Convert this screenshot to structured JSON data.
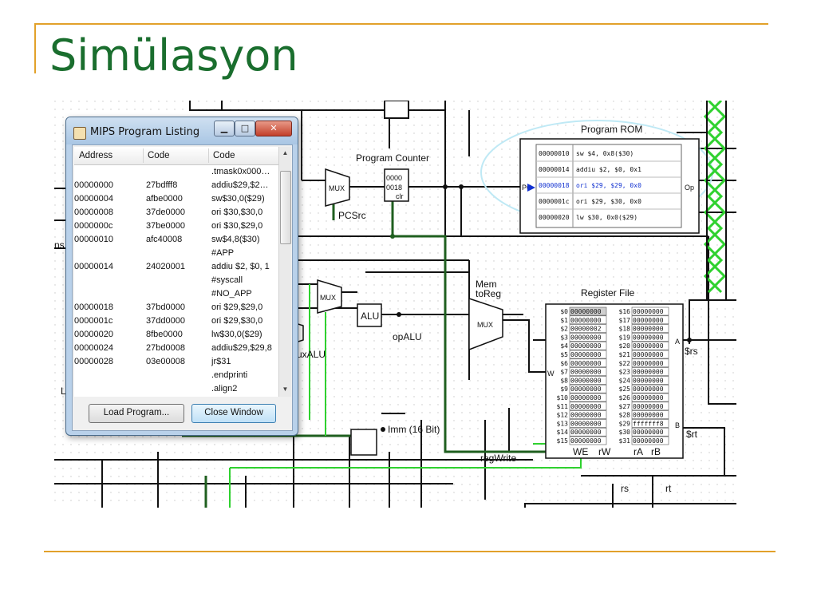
{
  "slide": {
    "title": "Simülasyon"
  },
  "window": {
    "title": "MIPS Program Listing",
    "controls": {
      "minimize": "▁",
      "maximize": "□",
      "close": "✕"
    },
    "icon": "java-cup-icon",
    "columns": [
      "Address",
      "Code",
      "Code"
    ],
    "rows": [
      {
        "address": "",
        "code": "",
        "source": ".tmask0x000…"
      },
      {
        "address": "00000000",
        "code": "27bdfff8",
        "source": "addiu$29,$2…"
      },
      {
        "address": "00000004",
        "code": "afbe0000",
        "source": "sw$30,0($29)"
      },
      {
        "address": "00000008",
        "code": "37de0000",
        "source": "ori $30,$30,0"
      },
      {
        "address": "0000000c",
        "code": "37be0000",
        "source": "ori $30,$29,0"
      },
      {
        "address": "00000010",
        "code": "afc40008",
        "source": "sw$4,8($30)"
      },
      {
        "address": "",
        "code": "",
        "source": "#APP"
      },
      {
        "address": "00000014",
        "code": "24020001",
        "source": "addiu $2, $0, 1"
      },
      {
        "address": "",
        "code": "",
        "source": "#syscall"
      },
      {
        "address": "",
        "code": "",
        "source": "#NO_APP"
      },
      {
        "address": "00000018",
        "code": "37bd0000",
        "source": "ori $29,$29,0"
      },
      {
        "address": "0000001c",
        "code": "37dd0000",
        "source": "ori $29,$30,0"
      },
      {
        "address": "00000020",
        "code": "8fbe0000",
        "source": "lw$30,0($29)"
      },
      {
        "address": "00000024",
        "code": "27bd0008",
        "source": "addiu$29,$29,8"
      },
      {
        "address": "00000028",
        "code": "03e00008",
        "source": "jr$31"
      },
      {
        "address": "",
        "code": "",
        "source": ".endprinti"
      },
      {
        "address": "",
        "code": "",
        "source": ".align2"
      }
    ],
    "buttons": {
      "load": "Load Program...",
      "close": "Close Window"
    }
  },
  "circuit": {
    "program_counter": {
      "label": "Program Counter",
      "line1": "0000",
      "line2": "0018",
      "clr": "clr"
    },
    "pc_label": "PC",
    "pcsrc": "PCSrc",
    "mux_label": "MUX",
    "alu_label": "ALU",
    "opalu": "opALU",
    "muxalu": "muxALU",
    "mem_to_reg": [
      "Mem",
      "toReg"
    ],
    "imm": "Imm (16 Bit)",
    "regwrite": "regWrite",
    "program_rom": {
      "title": "Program ROM",
      "op": "Op",
      "rows": [
        {
          "addr": "00000010",
          "instr": "sw $4, 0x8($30)"
        },
        {
          "addr": "00000014",
          "instr": "addiu $2, $0, 0x1"
        },
        {
          "addr": "00000018",
          "instr": "ori $29, $29, 0x0"
        },
        {
          "addr": "0000001c",
          "instr": "ori $29, $30, 0x0"
        },
        {
          "addr": "00000020",
          "instr": "lw $30, 0x0($29)"
        }
      ]
    },
    "register_file": {
      "title": "Register File",
      "left": [
        {
          "name": "$0",
          "value": "00000000"
        },
        {
          "name": "$1",
          "value": "00000000"
        },
        {
          "name": "$2",
          "value": "00000002"
        },
        {
          "name": "$3",
          "value": "00000000"
        },
        {
          "name": "$4",
          "value": "00000000"
        },
        {
          "name": "$5",
          "value": "00000000"
        },
        {
          "name": "$6",
          "value": "00000000"
        },
        {
          "name": "$7",
          "value": "00000000"
        },
        {
          "name": "$8",
          "value": "00000000"
        },
        {
          "name": "$9",
          "value": "00000000"
        },
        {
          "name": "$10",
          "value": "00000000"
        },
        {
          "name": "$11",
          "value": "00000000"
        },
        {
          "name": "$12",
          "value": "00000000"
        },
        {
          "name": "$13",
          "value": "00000000"
        },
        {
          "name": "$14",
          "value": "00000000"
        },
        {
          "name": "$15",
          "value": "00000000"
        }
      ],
      "right": [
        {
          "name": "$16",
          "value": "00000000"
        },
        {
          "name": "$17",
          "value": "00000000"
        },
        {
          "name": "$18",
          "value": "00000000"
        },
        {
          "name": "$19",
          "value": "00000000"
        },
        {
          "name": "$20",
          "value": "00000000"
        },
        {
          "name": "$21",
          "value": "00000000"
        },
        {
          "name": "$22",
          "value": "00000000"
        },
        {
          "name": "$23",
          "value": "00000000"
        },
        {
          "name": "$24",
          "value": "00000000"
        },
        {
          "name": "$25",
          "value": "00000000"
        },
        {
          "name": "$26",
          "value": "00000000"
        },
        {
          "name": "$27",
          "value": "00000000"
        },
        {
          "name": "$28",
          "value": "00000000"
        },
        {
          "name": "$29",
          "value": "fffffff8"
        },
        {
          "name": "$30",
          "value": "00000000"
        },
        {
          "name": "$31",
          "value": "00000000"
        }
      ],
      "ports": {
        "we": "WE",
        "rw": "rW",
        "ra": "rA",
        "rb": "rB",
        "w": "W",
        "a": "A",
        "b": "B"
      }
    },
    "rs": "$rs",
    "rt": "$rt",
    "rs_bottom": "rs",
    "rt_bottom": "rt",
    "left_fragment": "ns",
    "left_fragment2": "L"
  },
  "colors": {
    "title": "#1a6e2e",
    "accent": "#e2a12a",
    "wire_green": "#2fd12f",
    "wire_dark_green": "#1f5f1f"
  }
}
